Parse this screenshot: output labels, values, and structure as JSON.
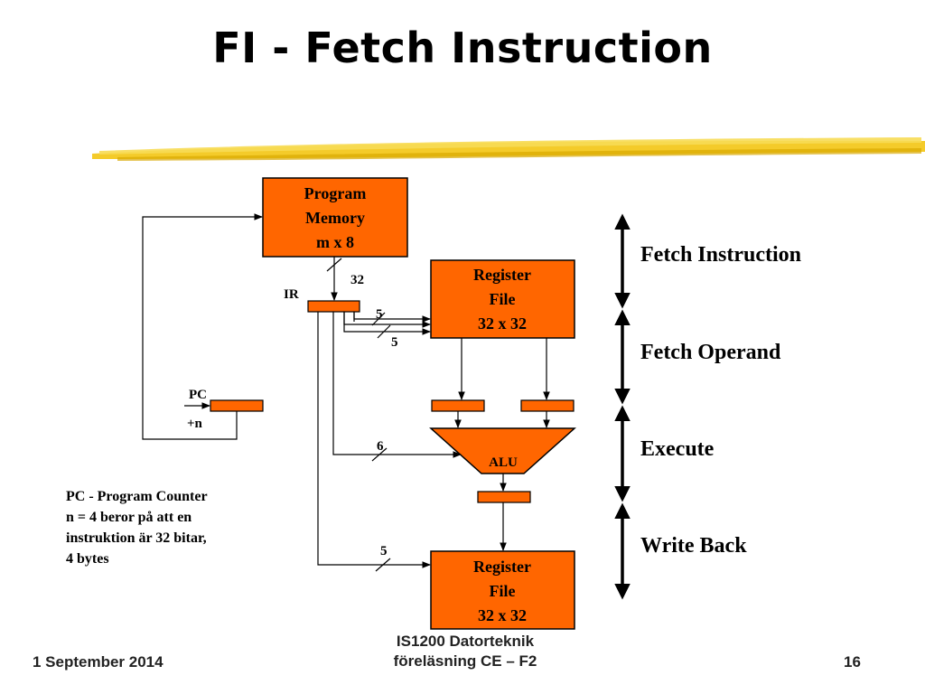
{
  "slide": {
    "title": "FI - Fetch Instruction"
  },
  "diagram": {
    "program_memory": [
      "Program",
      "Memory",
      "m x 8"
    ],
    "register_file_top": [
      "Register",
      "File",
      "32 x 32"
    ],
    "register_file_bottom": [
      "Register",
      "File",
      "32 x 32"
    ],
    "alu_label": "ALU",
    "ir_label": "IR",
    "pc_label": "PC",
    "increment_label": "+n",
    "bus_widths": {
      "memory_to_ir": "32",
      "rs_to_regfile": "5",
      "rt_to_regfile": "5",
      "imm_to_alu": "6",
      "rd_to_regfile": "5"
    },
    "stages": [
      "Fetch Instruction",
      "Fetch Operand",
      "Execute",
      "Write Back"
    ],
    "colors": {
      "box_fill": "#ff6600",
      "box_stroke": "#000000",
      "highlight_stripe": "#f0c020"
    }
  },
  "note": {
    "lines": [
      "PC - Program Counter",
      "n =  4 beror på att en",
      "instruktion är 32 bitar,",
      "4 bytes"
    ]
  },
  "footer": {
    "date": "1 September 2014",
    "course_line1": "IS1200 Datorteknik",
    "course_line2": "föreläsning CE – F2",
    "page": "16"
  }
}
